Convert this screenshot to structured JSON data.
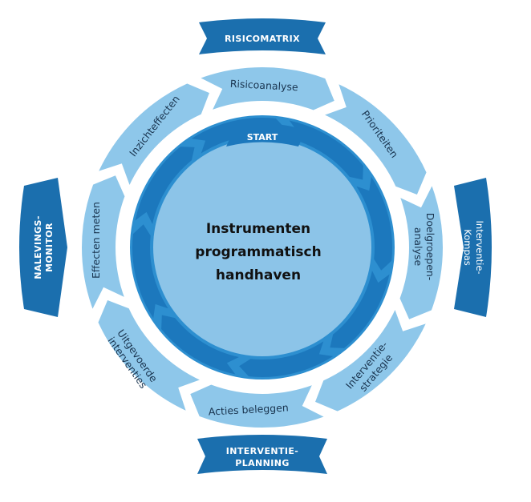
{
  "center": {
    "line1": "Instrumenten",
    "line2": "programmatisch",
    "line3": "handhaven"
  },
  "start_label": "START",
  "steps": {
    "risicoanalyse": "Risicoanalyse",
    "prioriteiten": "Prioriteiten",
    "doelgroepen_1": "Doelgroepen-",
    "doelgroepen_2": "analyse",
    "strategie_1": "Interventie-",
    "strategie_2": "strategie",
    "acties": "Acties beleggen",
    "uitgevoerd_1": "Uitgevoerde",
    "uitgevoerd_2": "interventies",
    "effecten": "Effecten meten",
    "inzicht": "Inzichteffecten"
  },
  "instruments": {
    "risicomatrix": "RISICOMATRIX",
    "kompas_1": "Interventie-",
    "kompas_2": "Kompas",
    "planning_1": "INTERVENTIE-",
    "planning_2": "PLANNING",
    "monitor_1": "NALEVINGS-",
    "monitor_2": "MONITOR"
  },
  "colors": {
    "outer_ring": "#8ec7ea",
    "inner_ring": "#2d8fd0",
    "inner_arrows": "#1c78bd",
    "center_disc": "#8cc4e8",
    "instrument": "#1b6fae",
    "text_dark": "#1a3550"
  }
}
